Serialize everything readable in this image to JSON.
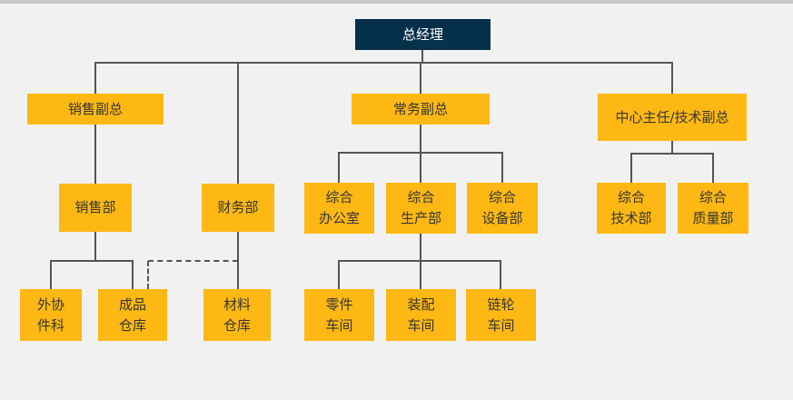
{
  "diagram": {
    "type": "org-chart",
    "colors": {
      "background": "#f1f1f2",
      "root_box": "#07304b",
      "root_text": "#ffffff",
      "node_box": "#fdb813",
      "node_text": "#363636",
      "connector": "#555555",
      "bottom_bar": "#c6c6c6"
    },
    "nodes": {
      "general_manager": {
        "label": "总经理",
        "lines": [
          "总经理"
        ]
      },
      "sales_vp": {
        "label": "销售副总",
        "lines": [
          "销售副总"
        ]
      },
      "executive_vp": {
        "label": "常务副总",
        "lines": [
          "常务副总"
        ]
      },
      "center_director": {
        "label": "中心主任/技术副总",
        "lines": [
          "中心主任/技术副总"
        ]
      },
      "sales_dept": {
        "label": "销售部",
        "lines": [
          "销售部"
        ]
      },
      "finance_dept": {
        "label": "财务部",
        "lines": [
          "财务部"
        ]
      },
      "general_office": {
        "label": "综合办公室",
        "lines": [
          "综合",
          "办公室"
        ]
      },
      "production_dept": {
        "label": "综合生产部",
        "lines": [
          "综合",
          "生产部"
        ]
      },
      "equipment_dept": {
        "label": "综合设备部",
        "lines": [
          "综合",
          "设备部"
        ]
      },
      "tech_dept": {
        "label": "综合技术部",
        "lines": [
          "综合",
          "技术部"
        ]
      },
      "quality_dept": {
        "label": "综合质量部",
        "lines": [
          "综合",
          "质量部"
        ]
      },
      "external_parts": {
        "label": "外协件科",
        "lines": [
          "外协",
          "件科"
        ]
      },
      "finished_warehouse": {
        "label": "成品仓库",
        "lines": [
          "成品",
          "仓库"
        ]
      },
      "material_warehouse": {
        "label": "材料仓库",
        "lines": [
          "材料",
          "仓库"
        ]
      },
      "parts_workshop": {
        "label": "零件车间",
        "lines": [
          "零件",
          "车间"
        ]
      },
      "assembly_workshop": {
        "label": "装配车间",
        "lines": [
          "装配",
          "车间"
        ]
      },
      "sprocket_workshop": {
        "label": "链轮车间",
        "lines": [
          "链轮",
          "车间"
        ]
      }
    },
    "edges": [
      {
        "from": "general_manager",
        "to": "sales_vp",
        "style": "solid"
      },
      {
        "from": "general_manager",
        "to": "finance_dept",
        "style": "solid"
      },
      {
        "from": "general_manager",
        "to": "executive_vp",
        "style": "solid"
      },
      {
        "from": "general_manager",
        "to": "center_director",
        "style": "solid"
      },
      {
        "from": "sales_vp",
        "to": "sales_dept",
        "style": "solid"
      },
      {
        "from": "executive_vp",
        "to": "general_office",
        "style": "solid"
      },
      {
        "from": "executive_vp",
        "to": "production_dept",
        "style": "solid"
      },
      {
        "from": "executive_vp",
        "to": "equipment_dept",
        "style": "solid"
      },
      {
        "from": "center_director",
        "to": "tech_dept",
        "style": "solid"
      },
      {
        "from": "center_director",
        "to": "quality_dept",
        "style": "solid"
      },
      {
        "from": "sales_dept",
        "to": "external_parts",
        "style": "solid"
      },
      {
        "from": "sales_dept",
        "to": "finished_warehouse",
        "style": "solid"
      },
      {
        "from": "finance_dept",
        "to": "material_warehouse",
        "style": "solid"
      },
      {
        "from": "finance_dept",
        "to": "finished_warehouse",
        "style": "dashed"
      },
      {
        "from": "production_dept",
        "to": "parts_workshop",
        "style": "solid"
      },
      {
        "from": "production_dept",
        "to": "assembly_workshop",
        "style": "solid"
      },
      {
        "from": "production_dept",
        "to": "sprocket_workshop",
        "style": "solid"
      }
    ]
  }
}
